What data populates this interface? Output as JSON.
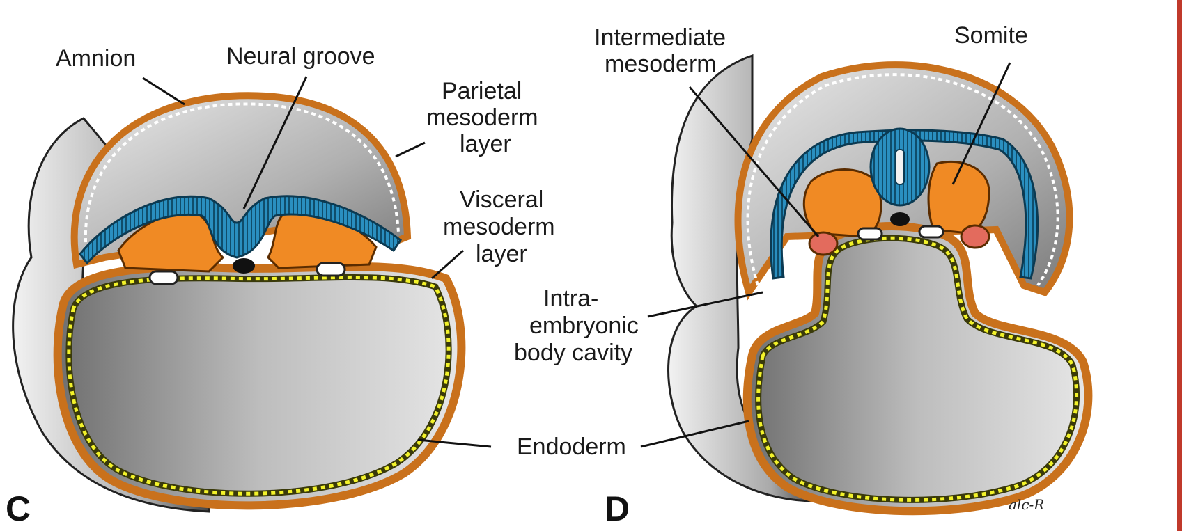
{
  "labels": {
    "amnion": "Amnion",
    "neural_groove": "Neural groove",
    "parietal_line1": "Parietal",
    "parietal_line2": "mesoderm",
    "parietal_line3": "layer",
    "visceral_line1": "Visceral",
    "visceral_line2": "mesoderm",
    "visceral_line3": "layer",
    "intermediate_line1": "Intermediate",
    "intermediate_line2": "mesoderm",
    "somite": "Somite",
    "intra_line1": "Intra-",
    "intra_line2": "embryonic",
    "intra_line3": "body cavity",
    "endoderm": "Endoderm"
  },
  "panels": {
    "left": "C",
    "right": "D"
  },
  "signature": "alc-R",
  "colors": {
    "ectoderm": "#2a8fc0",
    "mesoderm": "#f08a24",
    "intermediate": "#e36b5d",
    "endoderm_dots": "#f3f32a",
    "endoderm_outline": "#3a3a0a",
    "cavity_grey": "#b9b9b9",
    "wall_grey": "#d8d8d8",
    "frame": "#c0392b"
  }
}
